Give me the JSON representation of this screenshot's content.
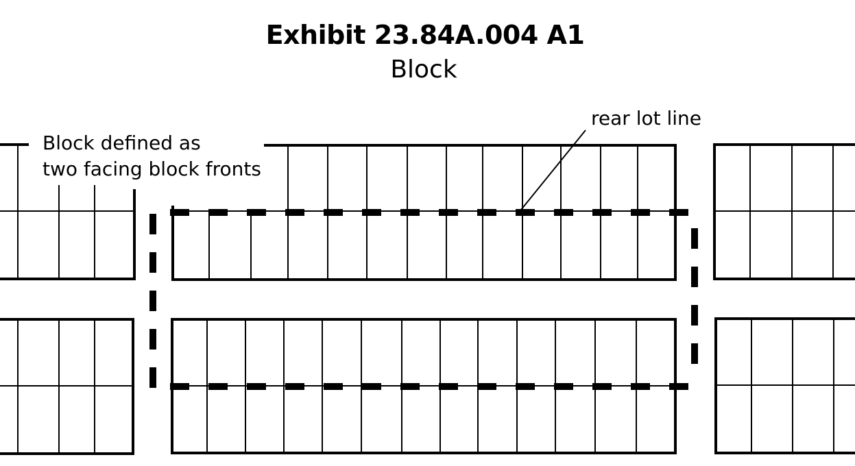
{
  "title": "Exhibit 23.84A.004 A1",
  "subtitle": "Block",
  "annotations": {
    "block_definition": [
      "Block defined as",
      "two facing block fronts"
    ],
    "rear_lot_line": "rear lot line"
  },
  "colors": {
    "line": "#000000",
    "background": "#ffffff"
  }
}
